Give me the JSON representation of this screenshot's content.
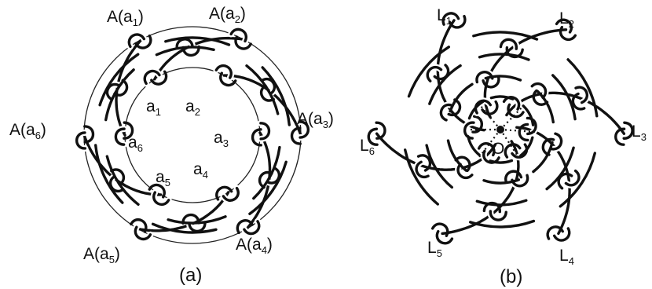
{
  "figure_a": {
    "caption": "(a)",
    "inner_labels": [
      {
        "base": "a",
        "sub": "1"
      },
      {
        "base": "a",
        "sub": "2"
      },
      {
        "base": "a",
        "sub": "3"
      },
      {
        "base": "a",
        "sub": "4"
      },
      {
        "base": "a",
        "sub": "5"
      },
      {
        "base": "a",
        "sub": "6"
      }
    ],
    "outer_labels": [
      {
        "base": "A(a",
        "sub": "1",
        "close": ")"
      },
      {
        "base": "A(a",
        "sub": "2",
        "close": ")"
      },
      {
        "base": "A(a",
        "sub": "3",
        "close": ")"
      },
      {
        "base": "A(a",
        "sub": "4",
        "close": ")"
      },
      {
        "base": "A(a",
        "sub": "5",
        "close": ")"
      },
      {
        "base": "A(a",
        "sub": "6",
        "close": ")"
      }
    ]
  },
  "figure_b": {
    "caption": "(b)",
    "center_label": "O",
    "link_labels": [
      {
        "base": "L",
        "sub": "1"
      },
      {
        "base": "L",
        "sub": "2"
      },
      {
        "base": "L",
        "sub": "3"
      },
      {
        "base": "L",
        "sub": "4"
      },
      {
        "base": "L",
        "sub": "5"
      },
      {
        "base": "L",
        "sub": "6"
      }
    ]
  }
}
